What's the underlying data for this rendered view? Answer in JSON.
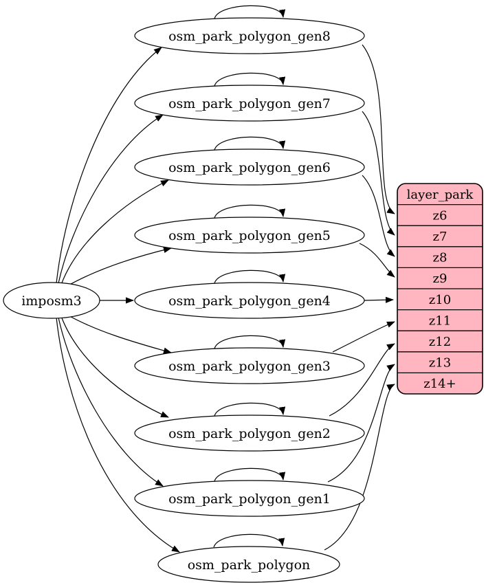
{
  "diagram": {
    "type": "graphviz-flow",
    "background_color": "#ffffff",
    "node_fill": "#ffffff",
    "node_stroke": "#000000",
    "edge_color": "#000000",
    "source_node": {
      "id": "imposm3",
      "label": "imposm3"
    },
    "table_nodes": [
      {
        "id": "osm_park_polygon_gen8",
        "label": "osm_park_polygon_gen8",
        "self_loop": true,
        "target_row": "z6"
      },
      {
        "id": "osm_park_polygon_gen7",
        "label": "osm_park_polygon_gen7",
        "self_loop": true,
        "target_row": "z7"
      },
      {
        "id": "osm_park_polygon_gen6",
        "label": "osm_park_polygon_gen6",
        "self_loop": true,
        "target_row": "z8"
      },
      {
        "id": "osm_park_polygon_gen5",
        "label": "osm_park_polygon_gen5",
        "self_loop": true,
        "target_row": "z9"
      },
      {
        "id": "osm_park_polygon_gen4",
        "label": "osm_park_polygon_gen4",
        "self_loop": true,
        "target_row": "z10"
      },
      {
        "id": "osm_park_polygon_gen3",
        "label": "osm_park_polygon_gen3",
        "self_loop": true,
        "target_row": "z11"
      },
      {
        "id": "osm_park_polygon_gen2",
        "label": "osm_park_polygon_gen2",
        "self_loop": true,
        "target_row": "z12"
      },
      {
        "id": "osm_park_polygon_gen1",
        "label": "osm_park_polygon_gen1",
        "self_loop": true,
        "target_row": "z13"
      },
      {
        "id": "osm_park_polygon",
        "label": "osm_park_polygon",
        "self_loop": true,
        "target_row": "z14+"
      }
    ],
    "record_node": {
      "id": "layer_park",
      "title": "layer_park",
      "rows": [
        "z6",
        "z7",
        "z8",
        "z9",
        "z10",
        "z11",
        "z12",
        "z13",
        "z14+"
      ],
      "fill": "#ffb6c1",
      "stroke": "#000000"
    }
  }
}
